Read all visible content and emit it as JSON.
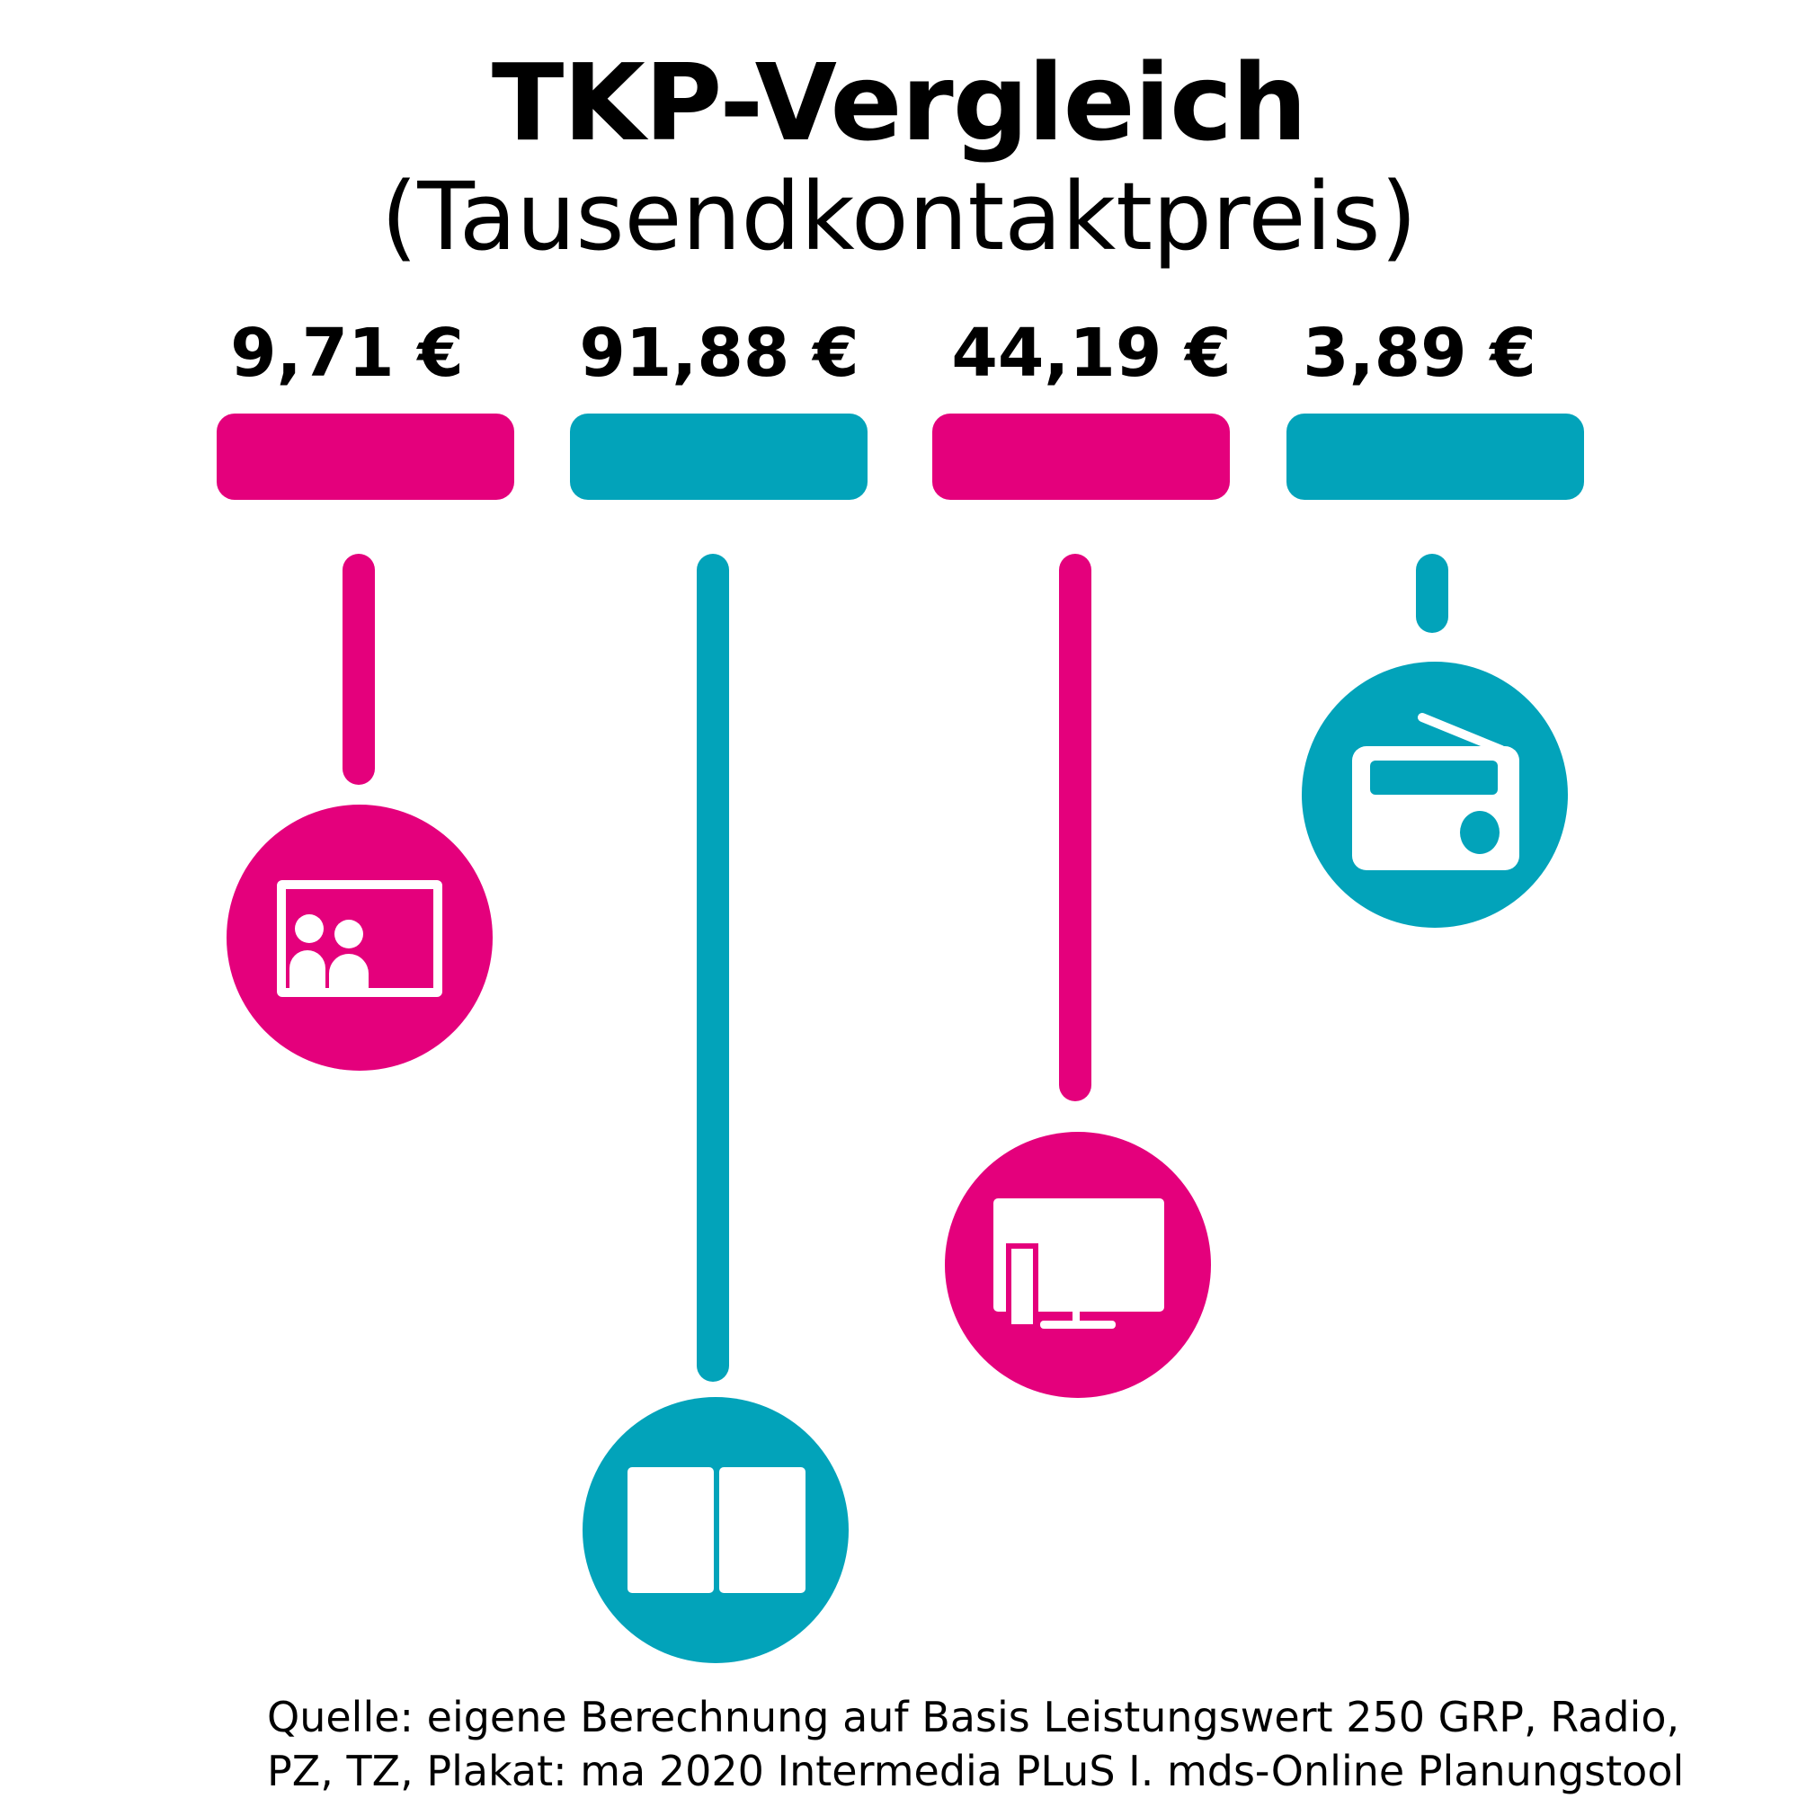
{
  "title": "TKP-Vergleich",
  "subtitle": "(Tausendkontaktpreis)",
  "colors": {
    "pink": "#E4007C",
    "teal": "#02A3BA"
  },
  "chart_data": {
    "type": "bar",
    "title": "TKP-Vergleich (Tausendkontaktpreis)",
    "categories": [
      "cinema-icon",
      "print-icon",
      "tv-icon",
      "radio-icon"
    ],
    "values": [
      9.71,
      91.88,
      44.19,
      3.89
    ],
    "labels": [
      "9,71 €",
      "91,88 €",
      "44,19 €",
      "3,89 €"
    ],
    "unit": "€"
  },
  "footer": {
    "line1": "Quelle: eigene Berechnung auf Basis Leistungswert 250 GRP, Radio,",
    "line2": "PZ, TZ, Plakat: ma 2020 Intermedia PLuS I. mds-Online Planungstool"
  }
}
